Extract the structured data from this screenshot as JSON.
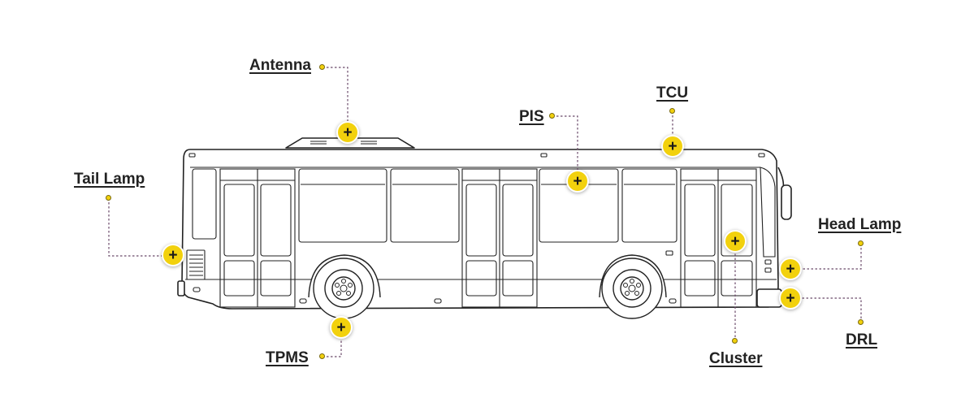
{
  "diagram": {
    "accent_color": "#f2d10d",
    "leader_color": "#6b4a6a",
    "hotspot_symbol": "+",
    "components": [
      {
        "id": "antenna",
        "label": "Antenna"
      },
      {
        "id": "tcu",
        "label": "TCU"
      },
      {
        "id": "pis",
        "label": "PIS"
      },
      {
        "id": "tail-lamp",
        "label": "Tail Lamp"
      },
      {
        "id": "head-lamp",
        "label": "Head Lamp"
      },
      {
        "id": "drl",
        "label": "DRL"
      },
      {
        "id": "tpms",
        "label": "TPMS"
      },
      {
        "id": "cluster",
        "label": "Cluster"
      }
    ]
  }
}
